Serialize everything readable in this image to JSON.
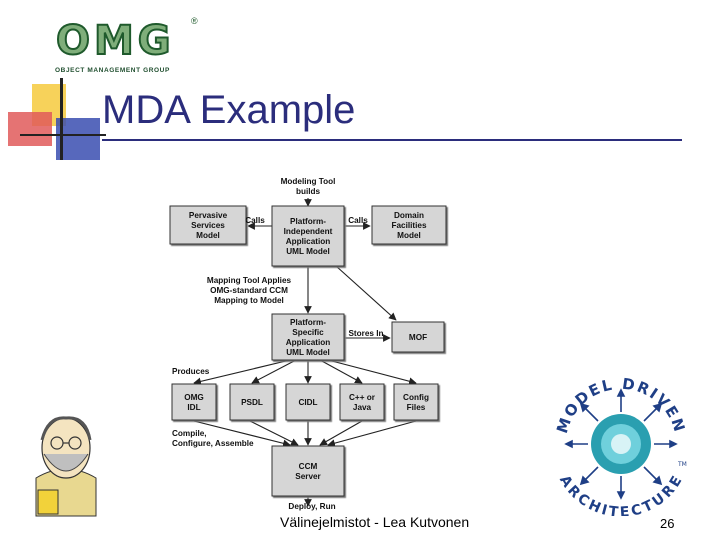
{
  "slide": {
    "title": "MDA Example",
    "footer": "Välinejelmistot - Lea Kutvonen",
    "page_number": "26"
  },
  "omg_logo": {
    "letters": "OMG",
    "registered": "®",
    "subtitle": "OBJECT MANAGEMENT GROUP"
  },
  "mda_logo": {
    "arc_top": "MODEL DRIVEN",
    "arc_bottom": "ARCHITECTURE",
    "tm": "TM"
  },
  "diagram": {
    "boxes": {
      "pervasive": [
        "Pervasive",
        "Services",
        "Model"
      ],
      "pim": [
        "Platform-",
        "Independent",
        "Application",
        "UML Model"
      ],
      "domain": [
        "Domain",
        "Facilities",
        "Model"
      ],
      "psm": [
        "Platform-",
        "Specific",
        "Application",
        "UML Model"
      ],
      "mof": [
        "MOF"
      ],
      "omg_idl": [
        "OMG",
        "IDL"
      ],
      "psdl": [
        "PSDL"
      ],
      "cidl": [
        "CIDL"
      ],
      "cpp_java": [
        "C++ or",
        "Java"
      ],
      "config": [
        "Config",
        "Files"
      ],
      "ccm": [
        "CCM",
        "Server"
      ]
    },
    "labels": {
      "modeling_tool": [
        "Modeling Tool",
        "builds"
      ],
      "calls_left": "Calls",
      "calls_right": "Calls",
      "mapping": [
        "Mapping Tool Applies",
        "OMG-standard CCM",
        "Mapping to Model"
      ],
      "stores_in": "Stores In",
      "produces": "Produces",
      "compile": [
        "Compile,",
        "Configure, Assemble"
      ],
      "deploy": "Deploy, Run"
    }
  },
  "colors": {
    "title": "#2b2d7c",
    "box_fill": "#d6d6d6",
    "omg_green": "#1f5a2c",
    "mda_teal": "#2a9fb0",
    "mda_blue": "#1f3f86"
  }
}
